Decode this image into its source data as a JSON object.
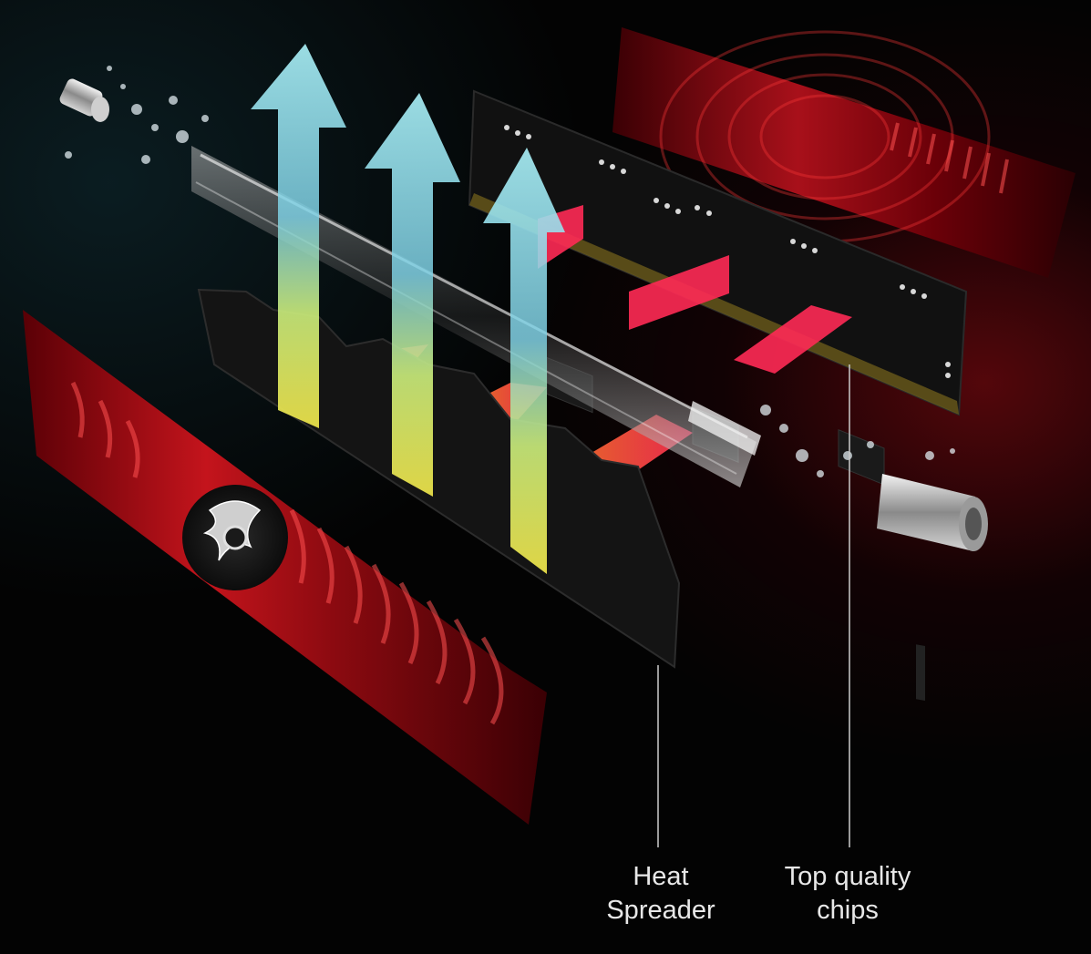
{
  "callouts": {
    "heat_spreader": {
      "line1": "Heat",
      "line2": "Spreader"
    },
    "chips": {
      "line1": "Top quality",
      "line2": "chips"
    }
  },
  "colors": {
    "background": "#030303",
    "red_shell": "#c4141c",
    "red_dark": "#5a0006",
    "pcb": "#111111",
    "arrow_top": "#a8eef5",
    "arrow_bottom": "#f0e64a",
    "heat_band": "#ff2a4a",
    "callout_text": "#e8e8e8"
  },
  "icons": {
    "logo": "xpg-tribal-swirl-logo"
  }
}
